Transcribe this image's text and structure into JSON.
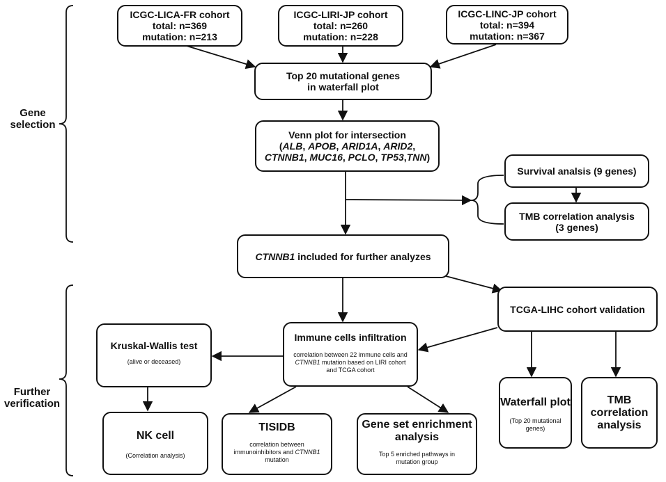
{
  "side_labels": {
    "gene_selection": [
      "Gene",
      "selection"
    ],
    "further_verification": [
      "Further",
      "verification"
    ]
  },
  "cohorts": [
    {
      "name": "ICGC-LICA-FR cohort",
      "total": "total: n=369",
      "mutation": "mutation: n=213"
    },
    {
      "name": "ICGC-LIRI-JP cohort",
      "total": "total: n=260",
      "mutation": "mutation: n=228"
    },
    {
      "name": "ICGC-LINC-JP cohort",
      "total": "total: n=394",
      "mutation": "mutation: n=367"
    }
  ],
  "top20": {
    "line1": "Top 20 mutational genes",
    "line2": "in waterfall plot"
  },
  "venn": {
    "title": "Venn plot for intersection",
    "open_paren": "(",
    "close_paren": ")",
    "sep": ", ",
    "genes": [
      "ALB",
      "APOB",
      "ARID1A",
      "ARID2",
      "CTNNB1",
      "MUC16",
      "PCLO",
      "TP53",
      "TNN"
    ]
  },
  "survival": "Survival analsis (9 genes)",
  "tmb_corr": {
    "line1": "TMB correlation analysis",
    "line2": "(3 genes)"
  },
  "ctnnb1": {
    "gene": "CTNNB1",
    "text": " included for further analyzes"
  },
  "tcga": "TCGA-LIHC cohort validation",
  "immune": {
    "title": "Immune cells infiltration",
    "desc_pre": "correlation between 22 immune cells and ",
    "desc_gene": "CTNNB1",
    "desc_post": " mutation based on LIRI cohort and TCGA cohort"
  },
  "kruskal": {
    "title": "Kruskal-Wallis test",
    "sub": "(alive or deceased)"
  },
  "nk": {
    "title": "NK cell",
    "sub": "(Correlation analysis)"
  },
  "tisidb": {
    "title": "TISIDB",
    "desc_pre": "correlation between immunoinhibitors and ",
    "desc_gene": "CTNNB1",
    "desc_post": " mutation"
  },
  "gsea": {
    "line1": "Gene set enrichment",
    "line2": "analysis",
    "sub": "Top 5 enriched pathways in mutation group"
  },
  "waterfall": {
    "title": "Waterfall plot",
    "sub": "(Top 20 mutational genes)"
  },
  "tmb_box": {
    "line1": "TMB",
    "line2": "correlation",
    "line3": "analysis"
  }
}
